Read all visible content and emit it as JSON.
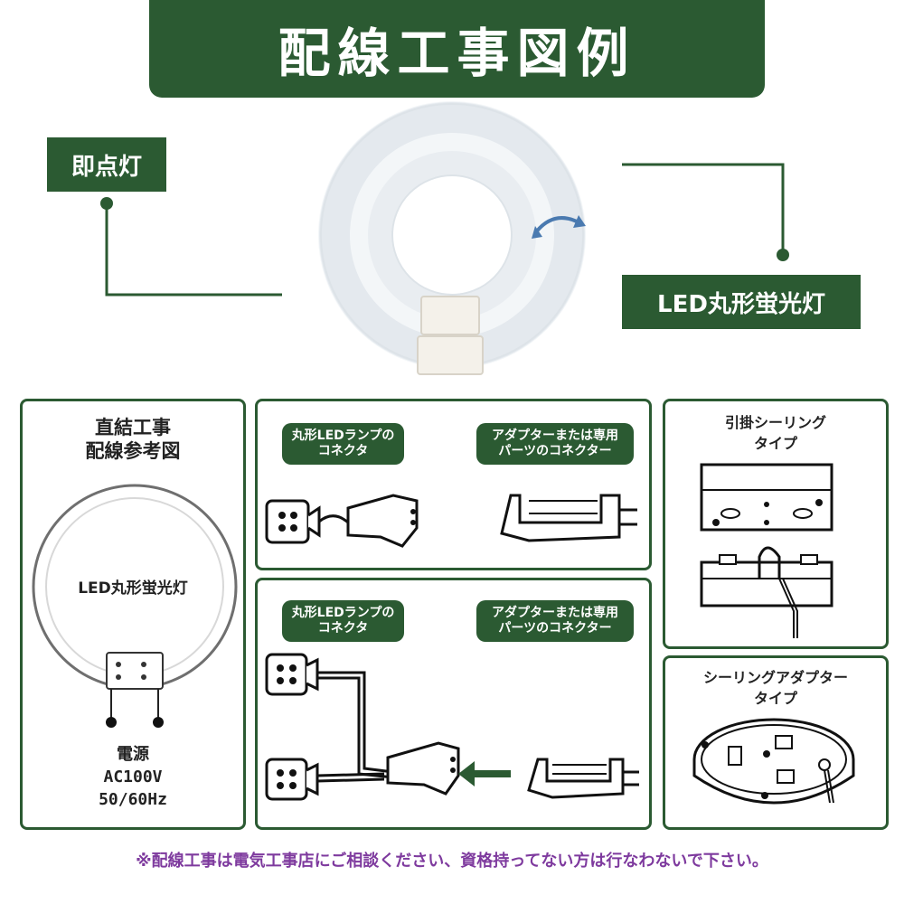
{
  "header": {
    "title": "配線工事図例"
  },
  "labels": {
    "instant_on": "即点灯",
    "product": "LED丸形蛍光灯"
  },
  "panel_direct": {
    "title_line1": "直結工事",
    "title_line2": "配線参考図",
    "ring_label": "LED丸形蛍光灯",
    "power_label": "電源",
    "voltage": "AC100V",
    "frequency": "50/60Hz"
  },
  "panel_top": {
    "left_pill_line1": "丸形LEDランプの",
    "left_pill_line2": "コネクタ",
    "right_pill_line1": "アダプターまたは専用",
    "right_pill_line2": "パーツのコネクター"
  },
  "panel_bottom": {
    "left_pill_line1": "丸形LEDランプの",
    "left_pill_line2": "コネクタ",
    "right_pill_line1": "アダプターまたは専用",
    "right_pill_line2": "パーツのコネクター"
  },
  "panel_hook": {
    "line1": "引掛シーリング",
    "line2": "タイプ"
  },
  "panel_adapter": {
    "line1": "シーリングアダプター",
    "line2": "タイプ"
  },
  "footer": {
    "warning": "※配線工事は電気工事店にご相談ください、資格持ってない方は行なわないで下さい。"
  },
  "colors": {
    "brand_green": "#2b5a32",
    "warning_purple": "#7e3a9e"
  }
}
